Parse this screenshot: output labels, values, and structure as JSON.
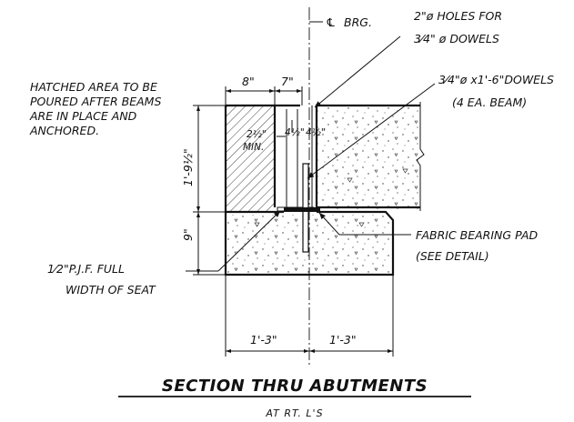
{
  "labels": {
    "cl_brg": "BRG.",
    "cl_symbol": "℄",
    "holes_line1": "2\"ø HOLES FOR",
    "holes_line2": "3⁄4\" ø DOWELS",
    "dowels_line1": "3⁄4\"ø x1'-6\"DOWELS",
    "dowels_line2": "(4 EA. BEAM)",
    "hatched_line1": "HATCHED AREA TO BE",
    "hatched_line2": "POURED AFTER BEAMS",
    "hatched_line3": "ARE IN PLACE AND",
    "hatched_line4": "ANCHORED.",
    "pad_line1": "FABRIC BEARING PAD",
    "pad_line2": "(SEE DETAIL)",
    "pjf_line1": "1⁄2\"P.J.F. FULL",
    "pjf_line2": "WIDTH OF SEAT"
  },
  "dimensions": {
    "d_8in": "8\"",
    "d_7in": "7\"",
    "d_1ft9half": "1'-9½\"",
    "d_9in": "9\"",
    "d_2half_min": "2½\"",
    "d_min": "MIN.",
    "d_4half_a": "4½\"",
    "d_4half_b": "4½\"",
    "d_1ft3_left": "1'-3\"",
    "d_1ft3_right": "1'-3\""
  },
  "title": {
    "main": "SECTION THRU ABUTMENTS",
    "sub": "AT RT. L'S"
  }
}
